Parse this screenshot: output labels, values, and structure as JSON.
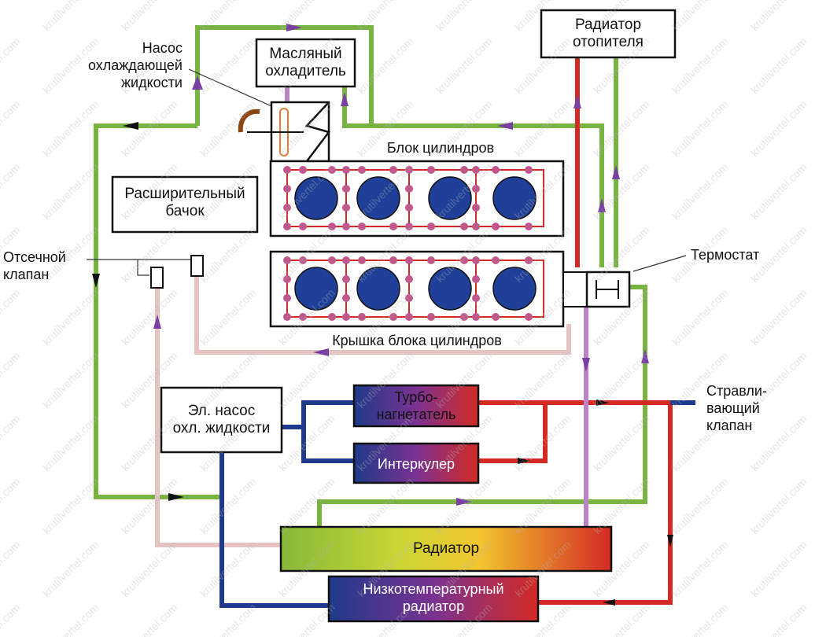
{
  "labels": {
    "oil_cooler": "Масляный\nохладитель",
    "coolant_pump": "Насос\nохлаждающей\nжидкости",
    "heater_radiator": "Радиатор\nотопителя",
    "cylinder_block": "Блок цилиндров",
    "expansion_tank": "Расширительный\nбачок",
    "shutoff_valve": "Отсечной\nклапан",
    "thermostat": "Термостат",
    "cylinder_head": "Крышка блока цилиндров",
    "electric_pump": "Эл. насос\nохл. жидкости",
    "turbocharger": "Турбо-\nнагнетатель",
    "intercooler": "Интеркулер",
    "bleed_valve": "Стравли-\nвающий\nклапан",
    "radiator": "Радиатор",
    "low_temp_radiator": "Низкотемпературный\nрадиатор"
  },
  "watermark": "krutilvertel.com",
  "colors": {
    "hot": "#d42a24",
    "cold": "#1f3a8a",
    "main_loop": "#79b342",
    "return_pink": "#e5c3c3",
    "bleed": "#b983c4",
    "arrow": "#7a3fa3",
    "cylinder": "#1f3f99"
  }
}
